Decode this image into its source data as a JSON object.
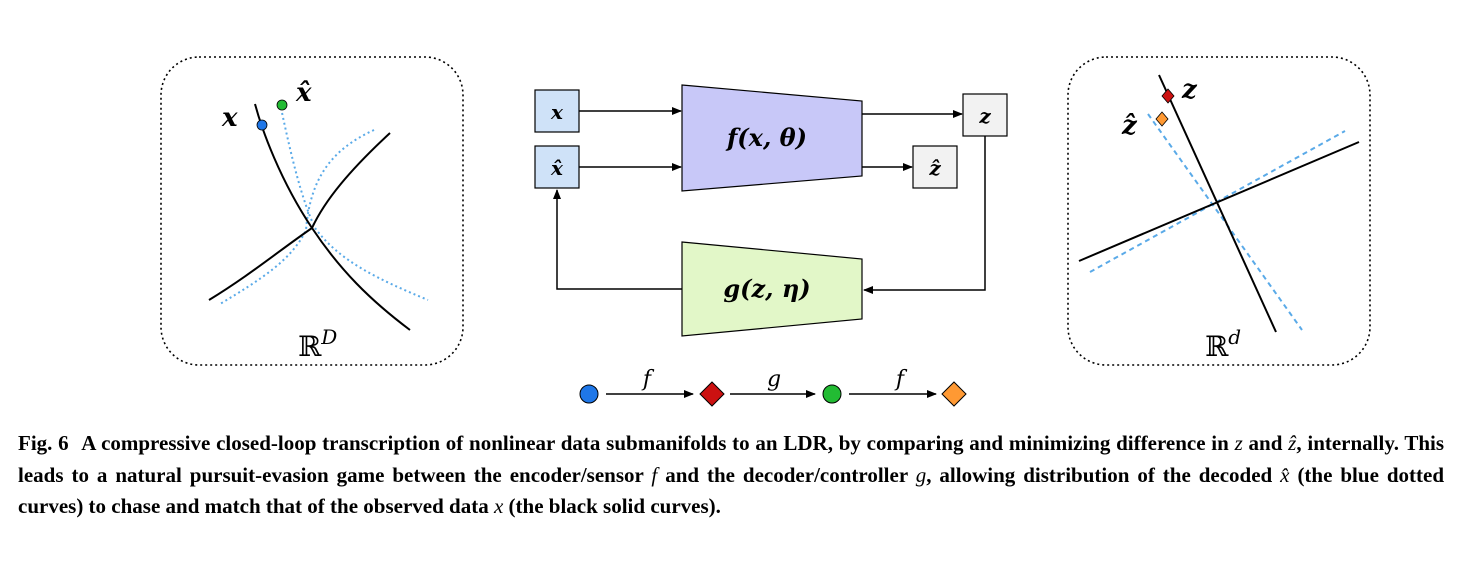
{
  "left_panel": {
    "label_x": "x",
    "label_xhat": "x̂",
    "space_label": "ℝ",
    "space_exp": "D"
  },
  "right_panel": {
    "label_z": "z",
    "label_zhat": "ẑ",
    "space_label": "ℝ",
    "space_exp": "d"
  },
  "diagram": {
    "input_x": "x",
    "input_xhat": "x̂",
    "encoder": "f(x, θ)",
    "output_z": "z",
    "output_zhat": "ẑ",
    "decoder": "g(z, η)"
  },
  "legend": {
    "f1": "f",
    "g": "g",
    "f2": "f"
  },
  "colors": {
    "data_point": "#1f77e8",
    "decoded_point": "#22bb33",
    "z_marker": "#cc1111",
    "zhat_marker": "#ff9933",
    "encoder_fill": "#c8c8f8",
    "decoder_fill": "#e2f7c8",
    "input_fill": "#cfe2f8",
    "output_fill": "#f2f2f2",
    "dotted_curve": "#5aaae8"
  },
  "caption": {
    "label": "Fig. 6",
    "seg1": "A compressive closed-loop transcription of nonlinear data submanifolds to an LDR, by comparing and minimizing difference in ",
    "m1": "z",
    "seg2": " and ",
    "m2": "ẑ",
    "seg3": ", internally. This leads to a natural pursuit-evasion game between the encoder/sensor ",
    "m3": "f",
    "seg4": " and the decoder/controller ",
    "m4": "g",
    "seg5": ", allowing distribution of the decoded ",
    "m5": "x̂",
    "seg6": " (the blue dotted curves) to chase and match that of the observed data ",
    "m6": "x",
    "seg7": " (the black solid curves)."
  }
}
